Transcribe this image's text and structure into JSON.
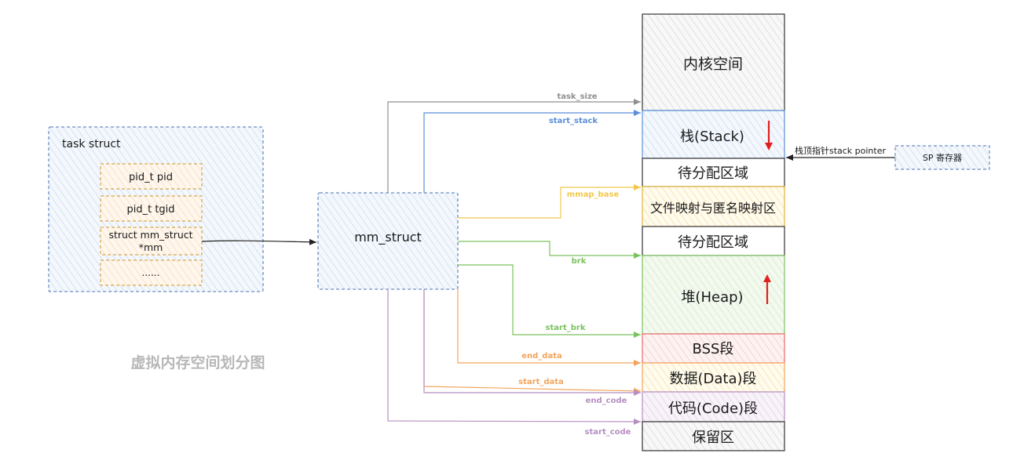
{
  "task_struct": {
    "title": "task struct",
    "fields": [
      "pid_t pid",
      "pid_t tgid",
      "struct mm_struct",
      "*mm",
      "......"
    ]
  },
  "mm_struct": {
    "label": "mm_struct"
  },
  "caption": "虚拟内存空间划分图",
  "memory_layout": {
    "kernel": "内核空间",
    "stack": "栈(Stack)",
    "unallocated_top": "待分配区域",
    "mmap": "文件映射与匿名映射区",
    "unallocated_mid": "待分配区域",
    "heap": "堆(Heap)",
    "bss": "BSS段",
    "data": "数据(Data)段",
    "code": "代码(Code)段",
    "reserved": "保留区"
  },
  "pointers": {
    "task_size": "task_size",
    "start_stack": "start_stack",
    "mmap_base": "mmap_base",
    "brk": "brk",
    "start_brk": "start_brk",
    "end_data": "end_data",
    "start_data": "start_data",
    "end_code": "end_code",
    "start_code": "start_code"
  },
  "stack_pointer": {
    "label": "栈顶指针stack pointer",
    "register": "SP 寄存器"
  },
  "colors": {
    "gray": "#8f8f8f",
    "blue": "#5b8fd9",
    "yellow": "#f2c84b",
    "green": "#7bc25e",
    "orange": "#f2a45c",
    "red": "#e86a6a",
    "purple": "#b58fbf",
    "arrow_red": "#e02020",
    "task_blue": "#6c8ebf",
    "field_orange": "#d6a64a"
  }
}
